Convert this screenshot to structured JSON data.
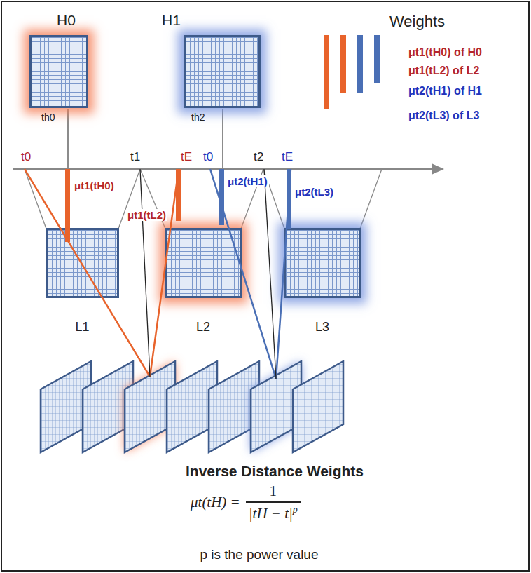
{
  "diagram": {
    "caption": "Inverse Distance Weights",
    "nodes": [
      {
        "text": [
          "H0",
          "th0"
        ]
      },
      {
        "text": [
          "H1",
          "th2"
        ]
      },
      {
        "text": [
          "L1"
        ]
      },
      {
        "text": [
          "L2"
        ]
      },
      {
        "text": [
          "L3"
        ]
      }
    ],
    "labels": [
      "Weights",
      "t0",
      "t1",
      "tE",
      "t0",
      "t2",
      "tE",
      "μt1(tH0)",
      "μt1(tL2)",
      "μt2(tH1)",
      "μt2(tL3)",
      "μt(tH) =",
      "1",
      "|tH − t|",
      "p",
      "p is the power value"
    ],
    "legend": [
      {
        "text": "μt1(tH0) of H0",
        "color": "#e8632b"
      },
      {
        "text": "μt1(tL2) of L2",
        "color": "#e8632b"
      },
      {
        "text": "μt2(tH1) of H1",
        "color": "#4a6fb5"
      },
      {
        "text": "μt2(tL3) of L3",
        "color": "#4a6fb5"
      }
    ]
  }
}
